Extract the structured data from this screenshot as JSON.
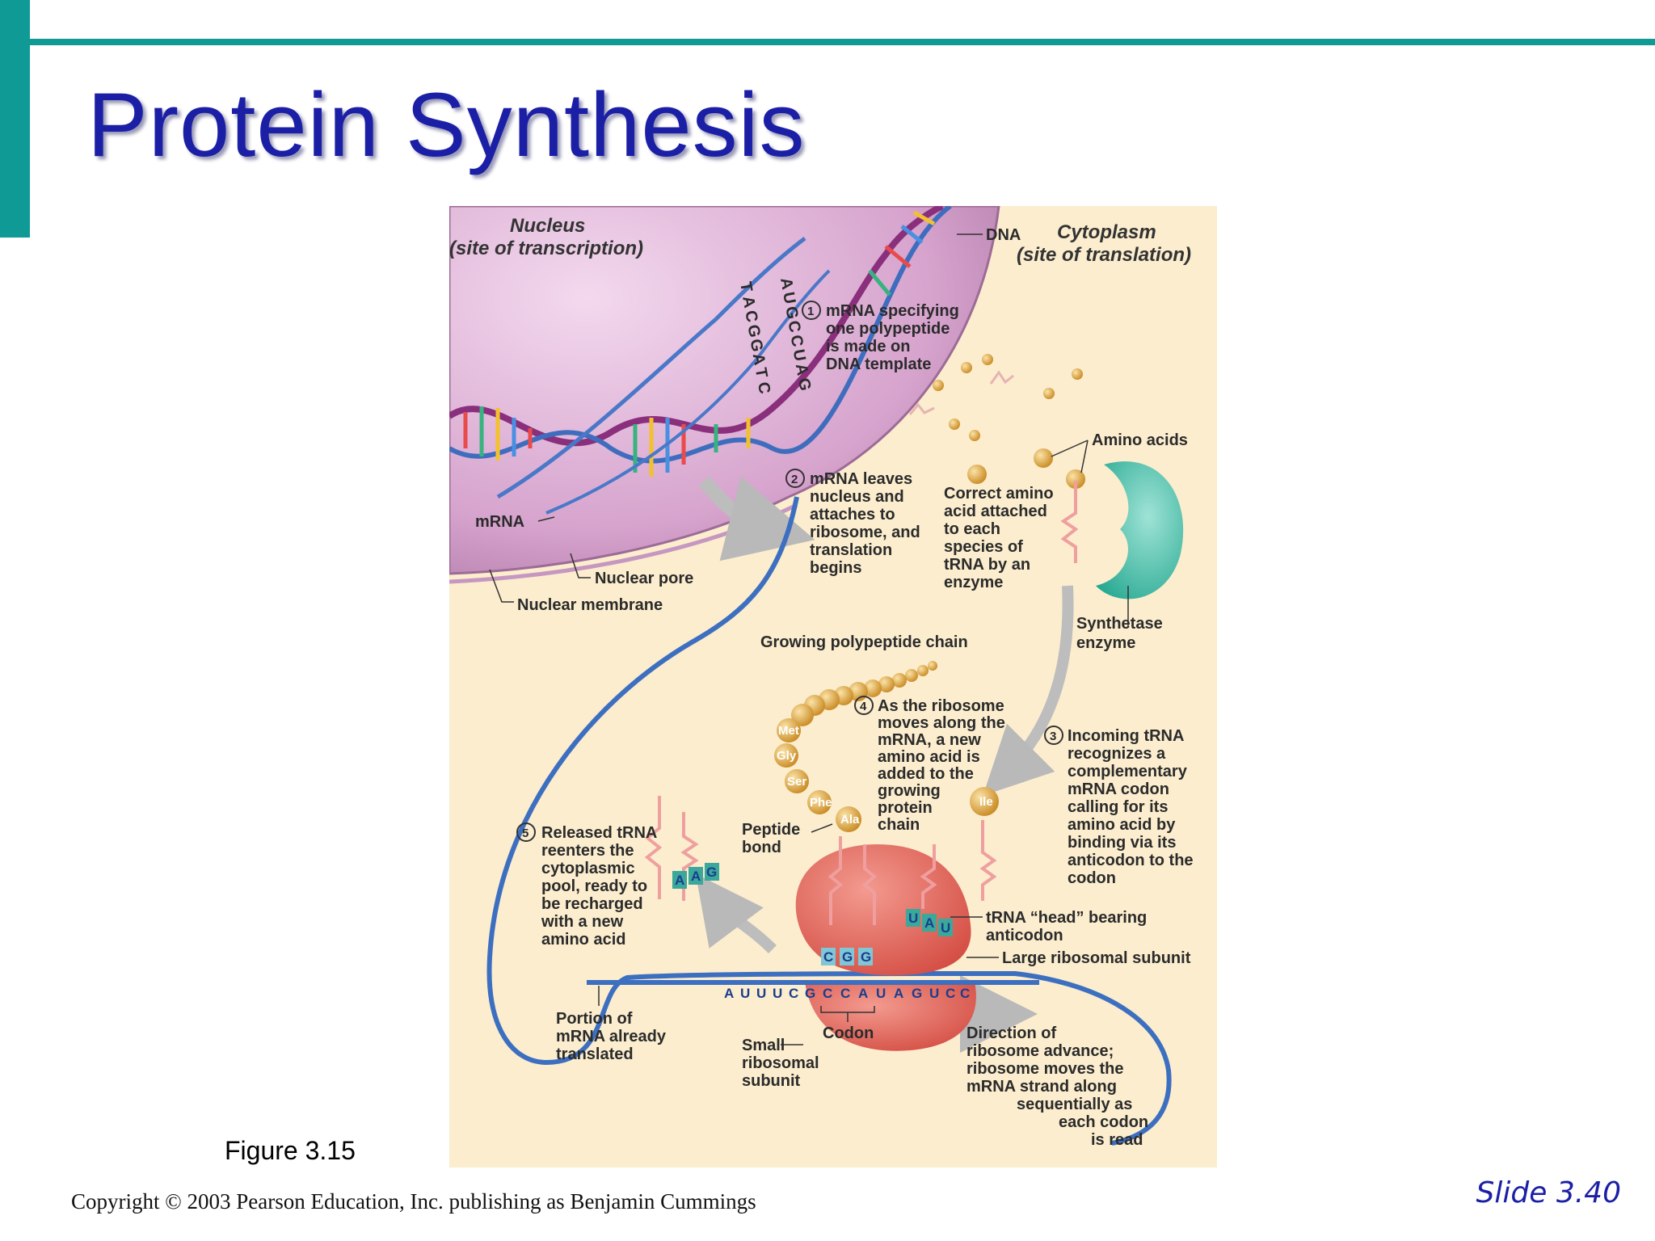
{
  "title": "Protein Synthesis",
  "figure_caption": "Figure 3.15",
  "copyright": "Copyright © 2003 Pearson Education, Inc. publishing as Benjamin Cummings",
  "slide_number": "Slide 3.40",
  "diagram": {
    "nucleus_header": [
      "Nucleus",
      "(site of transcription)"
    ],
    "cytoplasm_header": [
      "Cytoplasm",
      "(site of translation)"
    ],
    "dna": "DNA",
    "mrna": "mRNA",
    "nuclear_pore": "Nuclear pore",
    "nuclear_membrane": "Nuclear membrane",
    "step1": [
      "mRNA specifying",
      "one polypeptide",
      "is made on",
      "DNA template"
    ],
    "step1_num": "1",
    "step2": [
      "mRNA leaves",
      "nucleus and",
      "attaches to",
      "ribosome, and",
      "translation",
      "begins"
    ],
    "step2_num": "2",
    "amino_acids": "Amino acids",
    "correct_amino": [
      "Correct amino",
      "acid attached",
      "to each",
      "species of",
      "tRNA by an",
      "enzyme"
    ],
    "synthetase": [
      "Synthetase",
      "enzyme"
    ],
    "growing_chain": "Growing polypeptide chain",
    "step4": [
      "As the ribosome",
      "moves along the",
      "mRNA, a new",
      "amino acid is",
      "added to  the",
      "growing",
      "protein",
      "chain"
    ],
    "step4_num": "4",
    "step3": [
      "Incoming tRNA",
      "recognizes a",
      "complementary",
      "mRNA codon",
      "calling for its",
      "amino acid by",
      "binding via its",
      "anticodon to the",
      "codon"
    ],
    "step3_num": "3",
    "step5": [
      "Released tRNA",
      "reenters the",
      "cytoplasmic",
      "pool, ready to",
      "be recharged",
      "with a new",
      "amino acid"
    ],
    "step5_num": "5",
    "peptide_bond": [
      "Peptide",
      "bond"
    ],
    "trna_head": [
      "tRNA “head” bearing",
      "anticodon"
    ],
    "large_subunit": "Large ribosomal subunit",
    "portion_translated": [
      "Portion of",
      "mRNA already",
      "translated"
    ],
    "small_subunit": [
      "Small",
      "ribosomal",
      "subunit"
    ],
    "codon": "Codon",
    "direction": [
      "Direction of",
      "ribosome advance;",
      "ribosome moves the",
      "mRNA strand along",
      "sequentially as",
      "each codon",
      "is read"
    ],
    "amino_labels": [
      "Met",
      "Gly",
      "Ser",
      "Phe",
      "Ala",
      "Ile"
    ],
    "released_anticodon": [
      "A",
      "A",
      "G"
    ],
    "incoming_anticodon": [
      "U",
      "A",
      "U"
    ],
    "bound_anticodon": [
      "C",
      "G",
      "G"
    ],
    "mrna_sequence": [
      "A",
      "U",
      "U",
      "U",
      "C",
      "G",
      "C",
      "C",
      "A",
      "U",
      "A",
      "G",
      "U",
      "C",
      "C"
    ],
    "dna_bases_template": [
      "T",
      "A",
      "C",
      "G",
      "G",
      "A",
      "T",
      "C"
    ],
    "dna_bases_mrna": [
      "A",
      "U",
      "G",
      "C",
      "C",
      "U",
      "A",
      "G"
    ]
  }
}
